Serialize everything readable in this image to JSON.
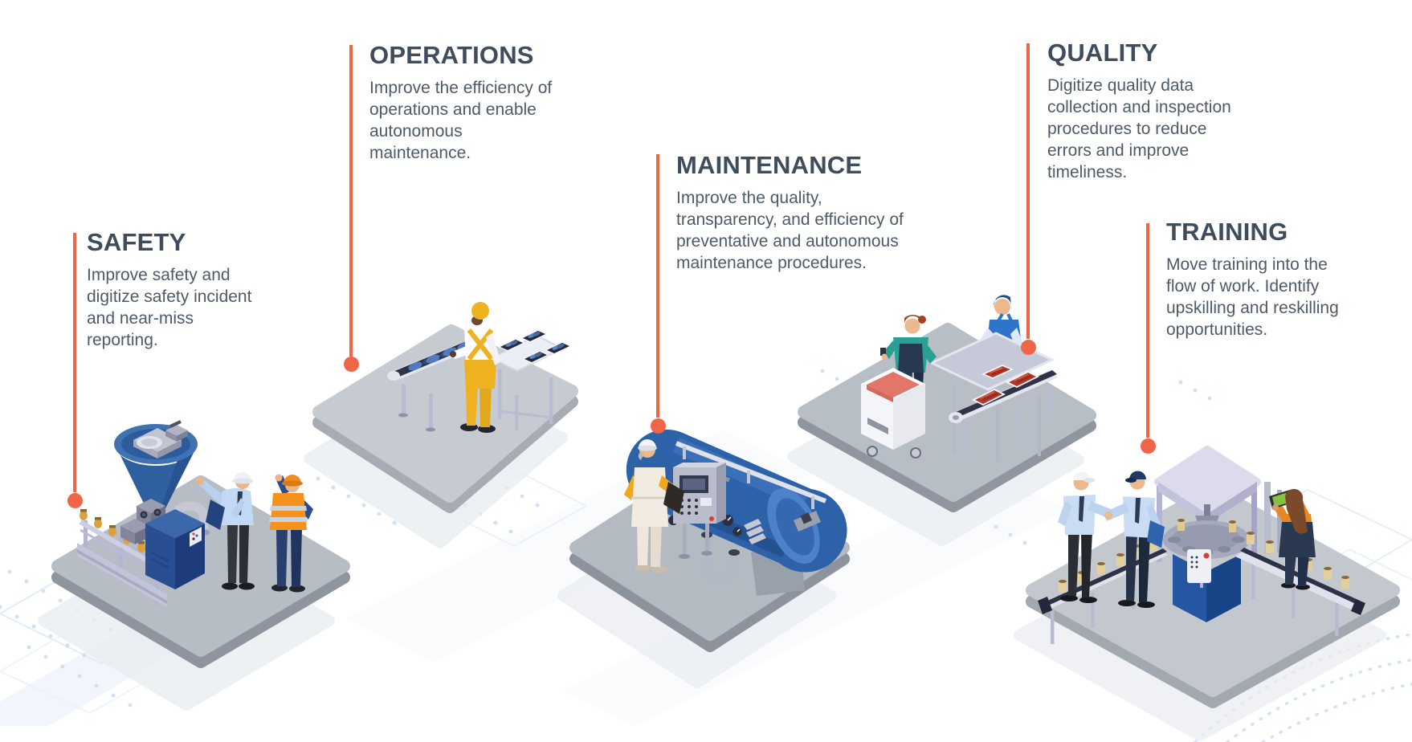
{
  "page": {
    "title": "Factory digital transformation infographic"
  },
  "colors": {
    "accent": "#ef6647",
    "heading": "#3e4c5b",
    "body": "#4e5a67"
  },
  "sections": [
    {
      "id": "safety",
      "title": "SAFETY",
      "description": "Improve safety and digitize safety incident and near-miss reporting.",
      "illustration": "hopper-machine-with-supervisor-and-vest-worker"
    },
    {
      "id": "operations",
      "title": "OPERATIONS",
      "description": "Improve the efficiency of operations and enable autonomous maintenance.",
      "illustration": "worker-at-fish-conveyor-line"
    },
    {
      "id": "maintenance",
      "title": "MAINTENANCE",
      "description": "Improve the quality, transparency, and efficiency of preventative and autonomous maintenance procedures.",
      "illustration": "inspector-with-tablet-at-blue-tank"
    },
    {
      "id": "quality",
      "title": "QUALITY",
      "description": "Digitize quality data collection and inspection procedures to reduce errors and improve timeliness.",
      "illustration": "meat-inspection-conveyor-with-two-workers"
    },
    {
      "id": "training",
      "title": "TRAINING",
      "description": "Move training into the flow of work. Identify upskilling and reskilling opportunities.",
      "illustration": "handshake-and-tablet-at-filling-machine"
    }
  ]
}
